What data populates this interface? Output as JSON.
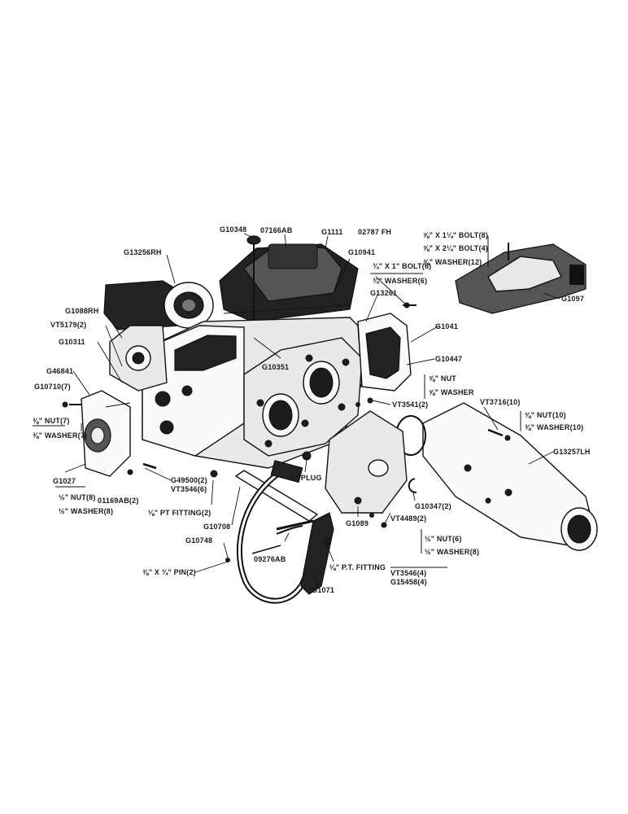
{
  "diagram": {
    "labels": {
      "g10348": "G10348",
      "p07166ab": "07166AB",
      "g1111": "G1111",
      "p02787fh": "02787 FH",
      "g13256rh": "G13256RH",
      "g10941": "G10941",
      "bolt_top": "¾\" X 1\" BOLT(6)",
      "washer_top": "¾\" WASHER(6)",
      "g13261": "G13261",
      "g1088rh": "G1088RH",
      "vt5179": "VT5179(2)",
      "g10311": "G10311",
      "g10351": "G10351",
      "g1041": "G1041",
      "g10447": "G10447",
      "g46841": "G46841",
      "g10710": "G10710(7)",
      "nut_left": "⅜\" NUT(7)",
      "washer_left": "⅜\" WASHER(7)",
      "g1027": "G1027",
      "nut_right": "⅝\" NUT",
      "washer_right": "⅝\" WASHER",
      "vt3541": "VT3541(2)",
      "vt3716": "VT3716(10)",
      "nut10": "⅜\" NUT(10)",
      "washer10": "⅜\" WASHER(10)",
      "g13257lh": "G13257LH",
      "bolt8": "⅝\" X 1¼\" BOLT(8)",
      "bolt4": "⅝\" X 2¼\" BOLT(4)",
      "washer12": "⅝\" WASHER(12)",
      "g1097": "G1097",
      "g49500": "G49500(2)",
      "vt3546_6": "VT3546(6)",
      "p01169ab": "01169AB(2)",
      "nut8": "½\" NUT(8)",
      "washer8_left": "½\" WASHER(8)",
      "plug": "¾\" PLUG",
      "fitting2": "⅛\" PT FITTING(2)",
      "g10708": "G10708",
      "g10347": "G10347(2)",
      "vt4489": "VT4489(2)",
      "g1089": "G1089",
      "nut6": "½\" NUT(6)",
      "washer8_right": "½\" WASHER(8)",
      "g10748": "G10748",
      "p09276ab": "09276AB",
      "pin": "⅜\" X ¾\" PIN(2)",
      "fitting": "⅛\" P.T. FITTING",
      "vt3546_4": "VT3546(4)",
      "g15458": "G15458(4)",
      "g1071": "G1071"
    }
  }
}
